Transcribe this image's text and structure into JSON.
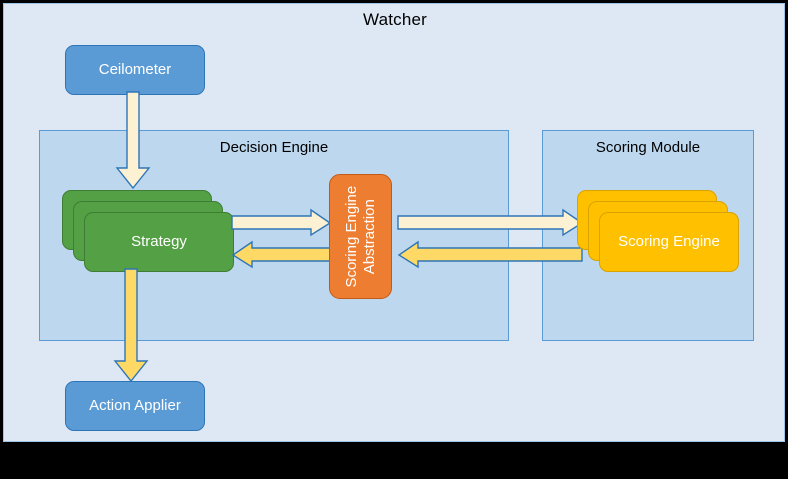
{
  "diagram": {
    "type": "architecture-block-diagram",
    "title": "Watcher",
    "background_color": "#DEE8F5",
    "outer_border_color": "#9DC3E6"
  },
  "watcher": {
    "title": "Watcher"
  },
  "panels": [
    {
      "id": "decision-engine",
      "title": "Decision Engine",
      "fill": "#BDD7EE",
      "border": "#5B9BD5"
    },
    {
      "id": "scoring-module",
      "title": "Scoring Module",
      "fill": "#BDD7EE",
      "border": "#5B9BD5"
    }
  ],
  "decision_engine": {
    "title": "Decision Engine"
  },
  "scoring_module": {
    "title": "Scoring Module"
  },
  "nodes": {
    "ceilometer": {
      "label": "Ceilometer",
      "color": "#5B9BD5",
      "stacked": false
    },
    "action_applier": {
      "label": "Action Applier",
      "color": "#5B9BD5",
      "stacked": false
    },
    "strategy": {
      "label": "Strategy",
      "color": "#54A045",
      "stacked": true,
      "stack_count": 3
    },
    "scoring_engine": {
      "label": "Scoring Engine",
      "color": "#FFC000",
      "stacked": true,
      "stack_count": 3
    },
    "scoring_engine_abstraction": {
      "label_line1": "Scoring Engine",
      "label_line2": "Abstraction",
      "label": "Scoring Engine Abstraction",
      "color": "#ED7D31",
      "orientation": "vertical"
    }
  },
  "arrows": [
    {
      "id": "ceilometer-to-strategy",
      "from": "Ceilometer",
      "to": "Strategy",
      "direction": "down",
      "color": "#FDF1D4"
    },
    {
      "id": "strategy-to-action-applier",
      "from": "Strategy",
      "to": "Action Applier",
      "direction": "down",
      "color": "#FFD966"
    },
    {
      "id": "strategy-to-abstraction",
      "from": "Strategy",
      "to": "Scoring Engine Abstraction",
      "direction": "right",
      "color": "#FDF1D4"
    },
    {
      "id": "abstraction-to-strategy",
      "from": "Scoring Engine Abstraction",
      "to": "Strategy",
      "direction": "left",
      "color": "#FFD966"
    },
    {
      "id": "abstraction-to-scoring-engine",
      "from": "Scoring Engine Abstraction",
      "to": "Scoring Engine",
      "direction": "right",
      "color": "#FDF1D4"
    },
    {
      "id": "scoring-engine-to-abstraction",
      "from": "Scoring Engine",
      "to": "Scoring Engine Abstraction",
      "direction": "left",
      "color": "#FFD966"
    }
  ]
}
